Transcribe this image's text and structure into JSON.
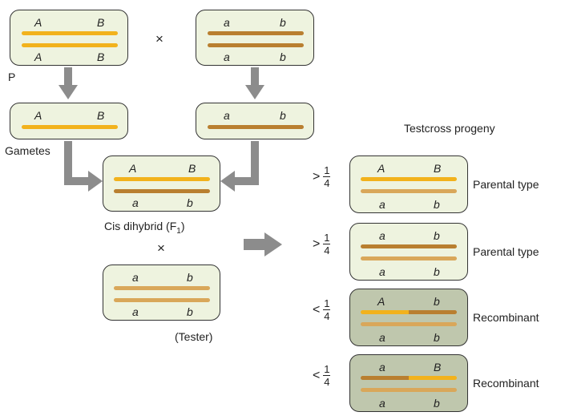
{
  "colors": {
    "dominant": "#f2b21c",
    "recessive_dark": "#b97f30",
    "recessive_light": "#d9a75a",
    "box_fill": "#eef3df",
    "recombinant_fill": "#bfc7ad",
    "arrow": "#8c8c8c"
  },
  "labels": {
    "P": "P",
    "gametes": "Gametes",
    "cross": "×",
    "cis_prefix": "Cis dihybrid (F",
    "cis_sub": "1",
    "cis_suffix": ")",
    "tester": "(Tester)",
    "testcross_title": "Testcross progeny"
  },
  "alleles": {
    "A": "A",
    "B": "B",
    "a": "a",
    "b": "b"
  },
  "progeny": [
    {
      "sign": ">",
      "num": "1",
      "den": "4",
      "type": "Parental type",
      "top": [
        "A",
        "B"
      ],
      "bottom": [
        "a",
        "b"
      ]
    },
    {
      "sign": ">",
      "num": "1",
      "den": "4",
      "type": "Parental type",
      "top": [
        "a",
        "b"
      ],
      "bottom": [
        "a",
        "b"
      ]
    },
    {
      "sign": "<",
      "num": "1",
      "den": "4",
      "type": "Recombinant",
      "top": [
        "A",
        "b"
      ],
      "bottom": [
        "a",
        "b"
      ]
    },
    {
      "sign": "<",
      "num": "1",
      "den": "4",
      "type": "Recombinant",
      "top": [
        "a",
        "B"
      ],
      "bottom": [
        "a",
        "b"
      ]
    }
  ]
}
